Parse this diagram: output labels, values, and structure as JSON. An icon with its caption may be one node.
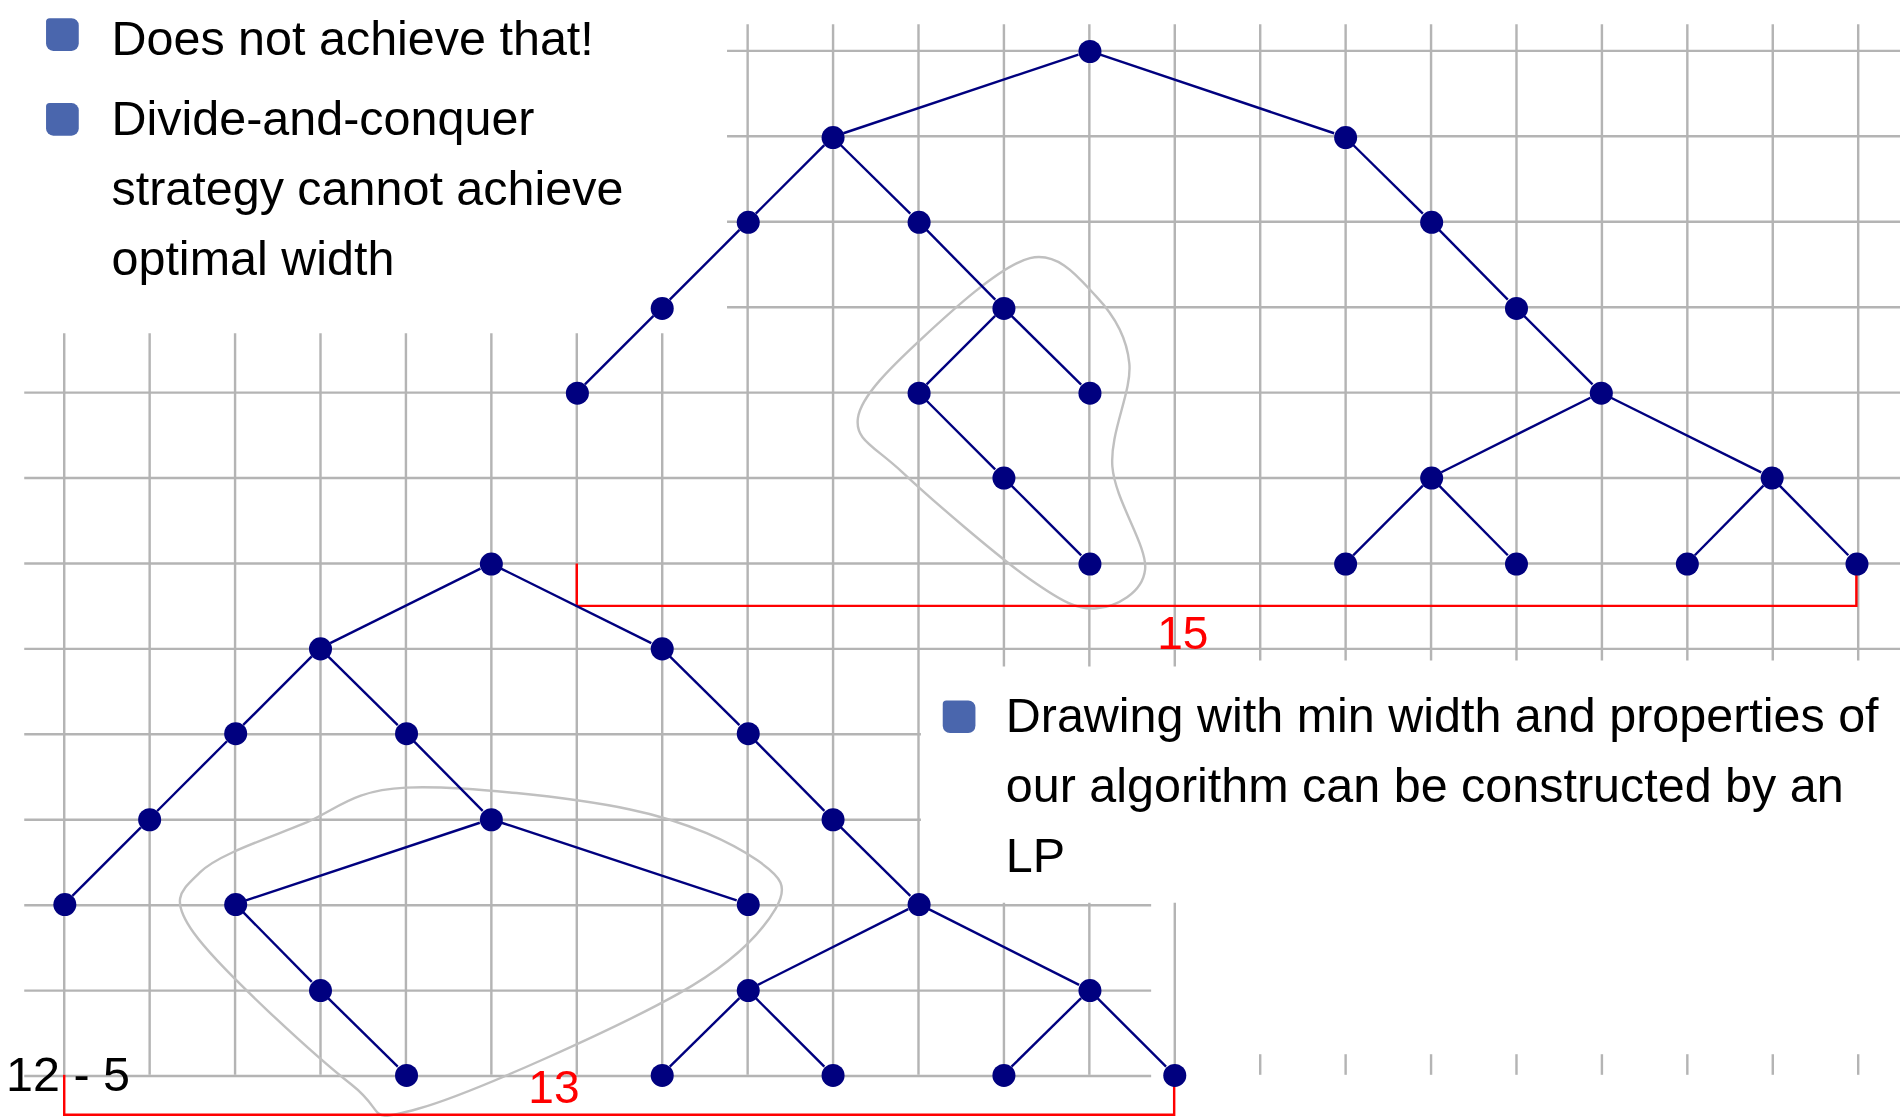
{
  "diagram": {
    "nodes": [
      {
        "text": [],
        "shape": "circle"
      },
      {
        "text": [],
        "shape": "circle"
      },
      {
        "text": [],
        "shape": "circle"
      },
      {
        "text": [],
        "shape": "circle"
      },
      {
        "text": [],
        "shape": "circle"
      },
      {
        "text": [],
        "shape": "circle"
      },
      {
        "text": [],
        "shape": "circle"
      },
      {
        "text": [],
        "shape": "circle"
      },
      {
        "text": [],
        "shape": "circle"
      },
      {
        "text": [],
        "shape": "circle"
      },
      {
        "text": [],
        "shape": "circle"
      },
      {
        "text": [],
        "shape": "circle"
      },
      {
        "text": [],
        "shape": "circle"
      },
      {
        "text": [],
        "shape": "circle"
      },
      {
        "text": [],
        "shape": "circle"
      },
      {
        "text": [],
        "shape": "circle"
      },
      {
        "text": [],
        "shape": "circle"
      },
      {
        "text": [],
        "shape": "circle"
      },
      {
        "text": [],
        "shape": "circle"
      },
      {
        "text": [],
        "shape": "circle"
      },
      {
        "text": [],
        "shape": "circle"
      },
      {
        "text": [],
        "shape": "circle"
      },
      {
        "text": [],
        "shape": "circle"
      },
      {
        "text": [],
        "shape": "circle"
      },
      {
        "text": [],
        "shape": "circle"
      },
      {
        "text": [],
        "shape": "circle"
      },
      {
        "text": [],
        "shape": "circle"
      },
      {
        "text": [],
        "shape": "circle"
      },
      {
        "text": [],
        "shape": "circle"
      },
      {
        "text": [],
        "shape": "circle"
      },
      {
        "text": [],
        "shape": "circle"
      },
      {
        "text": [],
        "shape": "circle"
      },
      {
        "text": [],
        "shape": "circle"
      },
      {
        "text": [],
        "shape": "circle"
      },
      {
        "text": [],
        "shape": "circle"
      },
      {
        "text": [],
        "shape": "circle"
      },
      {
        "text": [],
        "shape": "circle"
      },
      {
        "text": [],
        "shape": "circle"
      },
      {
        "text": [],
        "shape": "circle"
      },
      {
        "text": [],
        "shape": "circle"
      },
      {
        "text": [],
        "shape": "circle"
      },
      {
        "text": [],
        "shape": "circle"
      }
    ],
    "edges": [
      {
        "from": 0,
        "to": 1,
        "arrow": "none"
      },
      {
        "from": 0,
        "to": 2,
        "arrow": "none"
      },
      {
        "from": 1,
        "to": 3,
        "arrow": "none"
      },
      {
        "from": 1,
        "to": 4,
        "arrow": "none"
      },
      {
        "from": 3,
        "to": 6,
        "arrow": "none"
      },
      {
        "from": 6,
        "to": 9,
        "arrow": "none"
      },
      {
        "from": 4,
        "to": 7,
        "arrow": "none"
      },
      {
        "from": 7,
        "to": 10,
        "arrow": "none"
      },
      {
        "from": 7,
        "to": 11,
        "arrow": "none"
      },
      {
        "from": 10,
        "to": 13,
        "arrow": "none"
      },
      {
        "from": 13,
        "to": 17,
        "arrow": "none"
      },
      {
        "from": 2,
        "to": 5,
        "arrow": "none"
      },
      {
        "from": 5,
        "to": 8,
        "arrow": "none"
      },
      {
        "from": 8,
        "to": 12,
        "arrow": "none"
      },
      {
        "from": 12,
        "to": 14,
        "arrow": "none"
      },
      {
        "from": 12,
        "to": 15,
        "arrow": "none"
      },
      {
        "from": 14,
        "to": 18,
        "arrow": "none"
      },
      {
        "from": 14,
        "to": 19,
        "arrow": "none"
      },
      {
        "from": 15,
        "to": 20,
        "arrow": "none"
      },
      {
        "from": 15,
        "to": 21,
        "arrow": "none"
      },
      {
        "from": 16,
        "to": 22,
        "arrow": "none"
      },
      {
        "from": 16,
        "to": 23,
        "arrow": "none"
      },
      {
        "from": 22,
        "to": 24,
        "arrow": "none"
      },
      {
        "from": 22,
        "to": 25,
        "arrow": "none"
      },
      {
        "from": 24,
        "to": 27,
        "arrow": "none"
      },
      {
        "from": 27,
        "to": 30,
        "arrow": "none"
      },
      {
        "from": 25,
        "to": 28,
        "arrow": "none"
      },
      {
        "from": 28,
        "to": 31,
        "arrow": "none"
      },
      {
        "from": 28,
        "to": 32,
        "arrow": "none"
      },
      {
        "from": 31,
        "to": 34,
        "arrow": "none"
      },
      {
        "from": 34,
        "to": 37,
        "arrow": "none"
      },
      {
        "from": 23,
        "to": 26,
        "arrow": "none"
      },
      {
        "from": 26,
        "to": 29,
        "arrow": "none"
      },
      {
        "from": 29,
        "to": 33,
        "arrow": "none"
      },
      {
        "from": 33,
        "to": 35,
        "arrow": "none"
      },
      {
        "from": 33,
        "to": 36,
        "arrow": "none"
      },
      {
        "from": 35,
        "to": 38,
        "arrow": "none"
      },
      {
        "from": 35,
        "to": 39,
        "arrow": "none"
      },
      {
        "from": 36,
        "to": 40,
        "arrow": "none"
      },
      {
        "from": 36,
        "to": 41,
        "arrow": "none"
      }
    ],
    "labels": [
      "Does not achieve that!",
      "Divide-and-conquer strategy cannot achieve optimal width",
      "15",
      "Drawing with min width and properties of our algorithm can be constructed by an LP",
      "12 - 5",
      "13"
    ]
  }
}
